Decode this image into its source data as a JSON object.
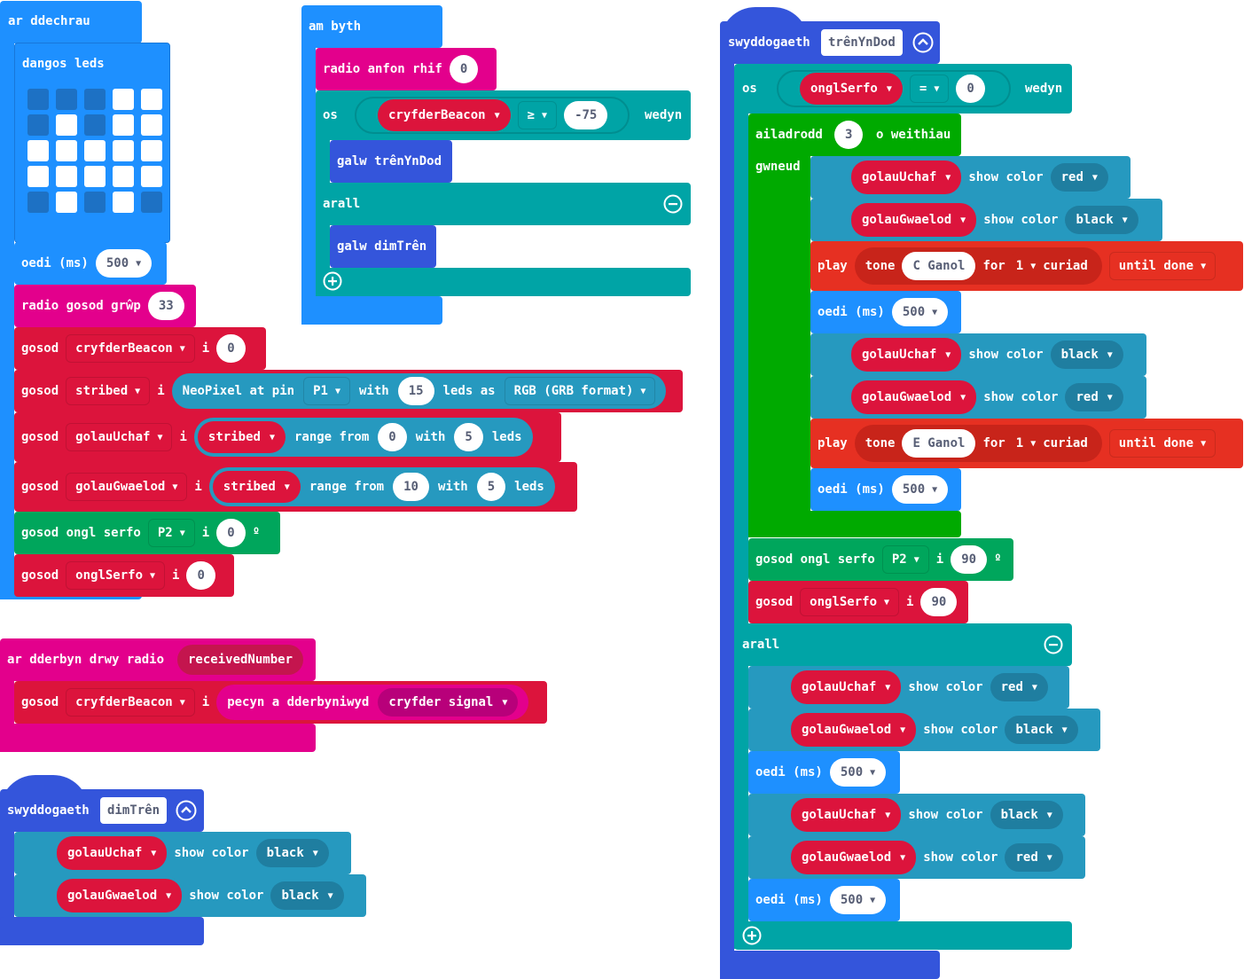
{
  "colors": {
    "basic": "#1e90ff",
    "radio": "#e3008c",
    "vars": "#dc143c",
    "logic": "#00a4a6",
    "functions": "#3455db",
    "loops": "#00aa00",
    "neopixel": "#2699bf",
    "music": "#e63022",
    "pins": "#00a65c",
    "led_on": "#ffffff",
    "led_off": "#1d71c4"
  },
  "on_start": {
    "header": "ar ddechrau",
    "show_leds_label": "dangos leds",
    "leds": [
      [
        0,
        0,
        0,
        1,
        1
      ],
      [
        0,
        1,
        0,
        1,
        1
      ],
      [
        1,
        1,
        1,
        1,
        1
      ],
      [
        1,
        1,
        1,
        1,
        1
      ],
      [
        0,
        1,
        0,
        1,
        0
      ]
    ],
    "pause_label": "oedi (ms)",
    "pause_value": "500",
    "radio_group_label": "radio gosod grŵp",
    "radio_group_value": "33",
    "set1": {
      "label": "gosod",
      "var": "cryfderBeacon",
      "to": "i",
      "value": "0"
    },
    "set2": {
      "label": "gosod",
      "var": "stribed",
      "to": "i",
      "np_label": "NeoPixel at pin",
      "pin": "P1",
      "with": "with",
      "count": "15",
      "leds_as": "leds as",
      "format": "RGB (GRB format)"
    },
    "set3": {
      "label": "gosod",
      "var": "golauUchaf",
      "to": "i",
      "strip": "stribed",
      "range_from": "range from",
      "from": "0",
      "with": "with",
      "count": "5",
      "leds": "leds"
    },
    "set4": {
      "label": "gosod",
      "var": "golauGwaelod",
      "to": "i",
      "strip": "stribed",
      "range_from": "range from",
      "from": "10",
      "with": "with",
      "count": "5",
      "leds": "leds"
    },
    "servo": {
      "label": "gosod ongl serfo",
      "pin": "P2",
      "to": "i",
      "value": "0",
      "degree": "º"
    },
    "set5": {
      "label": "gosod",
      "var": "onglSerfo",
      "to": "i",
      "value": "0"
    }
  },
  "forever": {
    "header": "am byth",
    "radio_send_label": "radio anfon rhif",
    "radio_send_value": "0",
    "if_label": "os",
    "cond_var": "cryfderBeacon",
    "cond_op": "≥",
    "cond_value": "-75",
    "then_label": "wedyn",
    "call1_label": "galw trênYnDod",
    "else_label": "arall",
    "call2_label": "galw dimTrên"
  },
  "on_received": {
    "header": "ar dderbyn drwy radio",
    "param": "receivedNumber",
    "set_label": "gosod",
    "var": "cryfderBeacon",
    "to": "i",
    "packet_label": "pecyn a dderbyniwyd",
    "packet_prop": "cryfder signal"
  },
  "fn_dim": {
    "header": "swyddogaeth",
    "name": "dimTrên",
    "rows": [
      {
        "var": "golauUchaf",
        "label": "show color",
        "color": "black"
      },
      {
        "var": "golauGwaelod",
        "label": "show color",
        "color": "black"
      }
    ]
  },
  "fn_tren": {
    "header": "swyddogaeth",
    "name": "trênYnDod",
    "if_label": "os",
    "cond_var": "onglSerfo",
    "cond_op": "=",
    "cond_value": "0",
    "then_label": "wedyn",
    "repeat_label": "ailadrodd",
    "repeat_value": "3",
    "repeat_suffix": "o weithiau",
    "do_label": "gwneud",
    "r1": {
      "var": "golauUchaf",
      "label": "show color",
      "color": "red"
    },
    "r2": {
      "var": "golauGwaelod",
      "label": "show color",
      "color": "black"
    },
    "tone1": {
      "play": "play",
      "tone": "tone",
      "note": "C Ganol",
      "for": "for",
      "beats": "1",
      "beat_label": "curiad",
      "mode": "until done"
    },
    "pause1": {
      "label": "oedi (ms)",
      "value": "500"
    },
    "r3": {
      "var": "golauUchaf",
      "label": "show color",
      "color": "black"
    },
    "r4": {
      "var": "golauGwaelod",
      "label": "show color",
      "color": "red"
    },
    "tone2": {
      "play": "play",
      "tone": "tone",
      "note": "E Ganol",
      "for": "for",
      "beats": "1",
      "beat_label": "curiad",
      "mode": "until done"
    },
    "pause2": {
      "label": "oedi (ms)",
      "value": "500"
    },
    "servo": {
      "label": "gosod ongl serfo",
      "pin": "P2",
      "to": "i",
      "value": "90",
      "degree": "º"
    },
    "set": {
      "label": "gosod",
      "var": "onglSerfo",
      "to": "i",
      "value": "90"
    },
    "else_label": "arall",
    "e1": {
      "var": "golauUchaf",
      "label": "show color",
      "color": "red"
    },
    "e2": {
      "var": "golauGwaelod",
      "label": "show color",
      "color": "black"
    },
    "pause3": {
      "label": "oedi (ms)",
      "value": "500"
    },
    "e3": {
      "var": "golauUchaf",
      "label": "show color",
      "color": "black"
    },
    "e4": {
      "var": "golauGwaelod",
      "label": "show color",
      "color": "red"
    },
    "pause4": {
      "label": "oedi (ms)",
      "value": "500"
    }
  }
}
